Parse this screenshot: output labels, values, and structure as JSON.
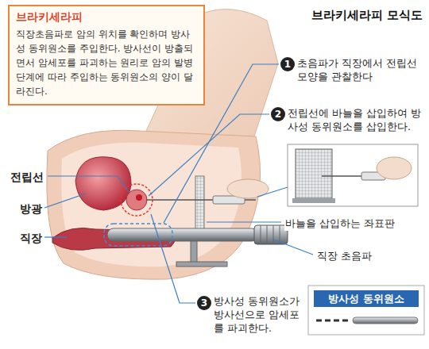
{
  "diagram": {
    "title": "브라키세라피 모식도",
    "nodes": [
      {
        "text": [
          "브라키세라피",
          "직장초음파로 암의 위치를 확인하며 방사성 동위원소를 주입한다. 방사선이 방출되면서 암세포를 파괴하는 원리로 암의 발병 단계에 따라 주입하는 동위원소의 양이 달라진다."
        ]
      },
      {
        "text": [
          "방사성 동위원소"
        ]
      }
    ],
    "labels": [
      "1",
      "초음파가 직장에서 전립선 모양을 관찰한다",
      "2",
      "전립선에 바늘을 삽입하여 방사성 동위원소를 삽입한다.",
      "전립선",
      "방광",
      "직장",
      "바늘을 삽입하는 좌표판",
      "직장 초음파",
      "3",
      "방사성 동위원소가 방사선으로 암세포를 파괴한다."
    ]
  }
}
